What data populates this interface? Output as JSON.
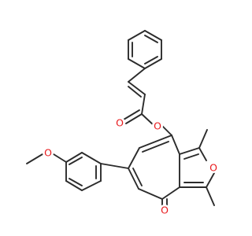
{
  "diagram": {
    "atom_labels": {
      "ester_oxygen": "O",
      "carbonyl_oxygen_ester": "O",
      "furan_oxygen": "O",
      "ketone_oxygen": "O",
      "methoxy_oxygen": "O"
    },
    "colors": {
      "bond": "#2b2b2b",
      "oxygen": "#e8191c"
    }
  }
}
